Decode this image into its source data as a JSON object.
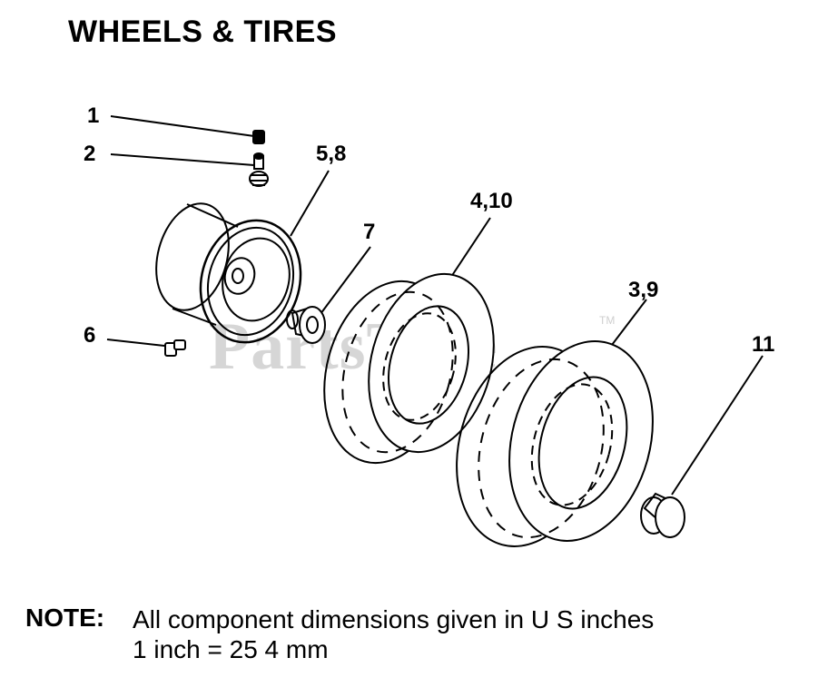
{
  "title": "WHEELS & TIRES",
  "watermark": "PartsTree",
  "watermark_tm": "TM",
  "callouts": {
    "c1": "1",
    "c2": "2",
    "c3": "5,8",
    "c4": "7",
    "c5": "4,10",
    "c6": "3,9",
    "c7": "6",
    "c8": "11"
  },
  "note": {
    "label": "NOTE:",
    "line1": "All component dimensions given in U S  inches",
    "line2": "1 inch = 25 4 mm"
  }
}
